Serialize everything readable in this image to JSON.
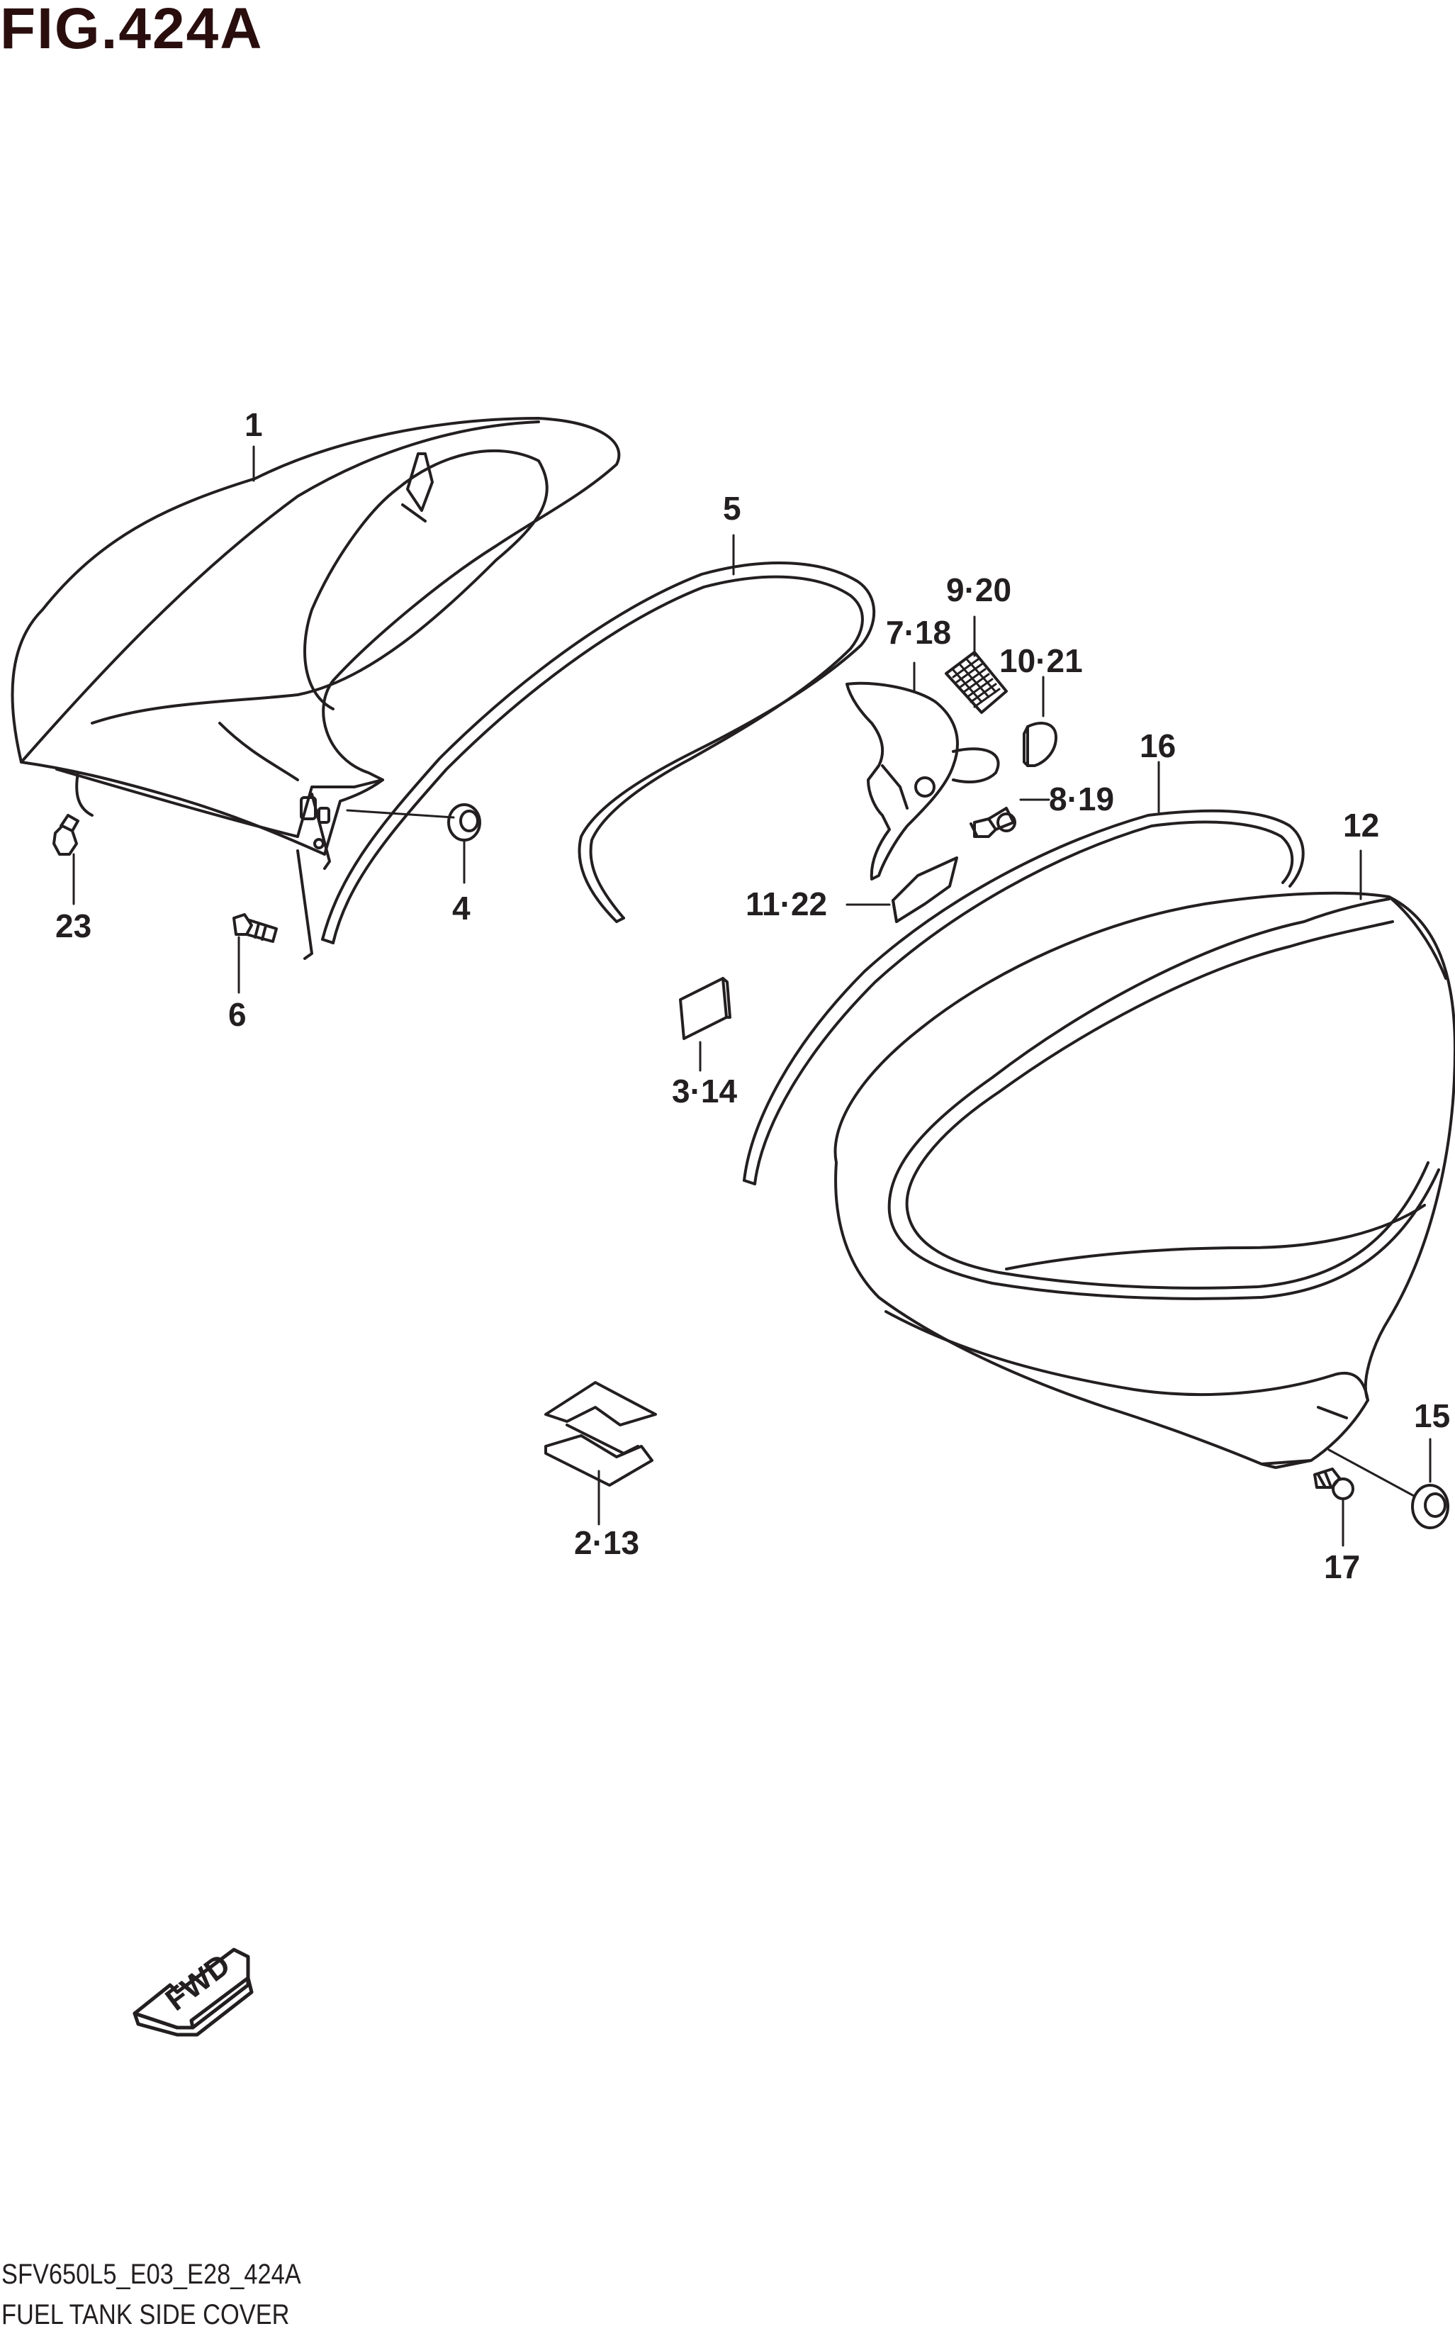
{
  "figure": {
    "title": "FIG.424A",
    "code": "SFV650L5_E03_E28_424A",
    "name": "FUEL TANK SIDE COVER"
  },
  "callouts": {
    "c1": "1",
    "c5": "5",
    "c9_20": "9·20",
    "c7_18": "7·18",
    "c10_21": "10·21",
    "c16": "16",
    "c12": "12",
    "c8_19": "8·19",
    "c4": "4",
    "c23": "23",
    "c6": "6",
    "c11_22": "11·22",
    "c3_14": "3·14",
    "c15": "15",
    "c2_13": "2·13",
    "c17": "17"
  },
  "fwd_label": "FWD"
}
